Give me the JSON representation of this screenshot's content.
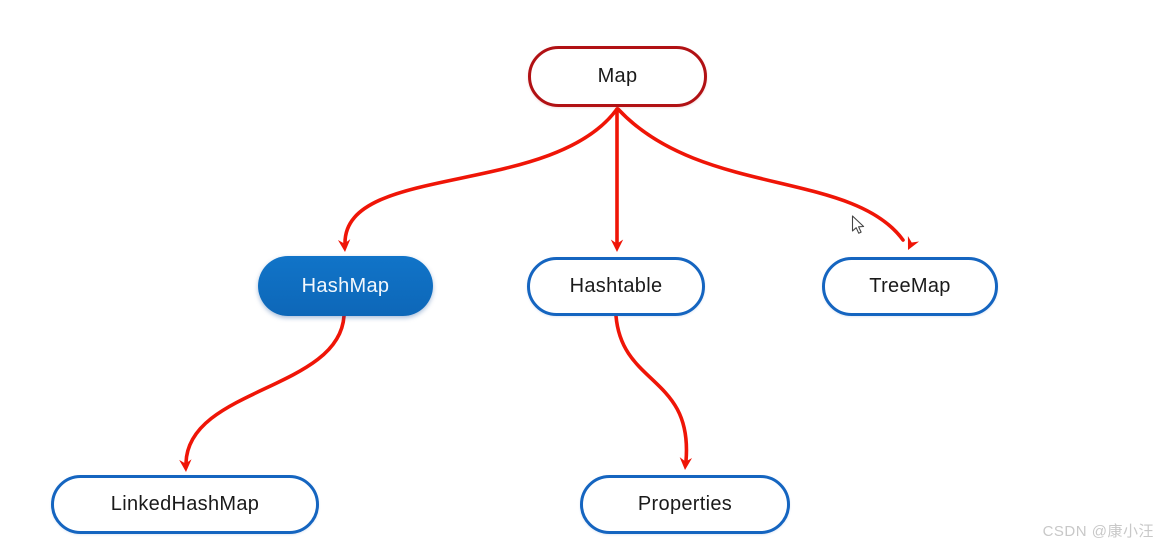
{
  "diagram": {
    "nodes": [
      {
        "id": "map",
        "label": "Map",
        "style": "red-outline"
      },
      {
        "id": "hashmap",
        "label": "HashMap",
        "style": "blue-filled"
      },
      {
        "id": "hashtable",
        "label": "Hashtable",
        "style": "blue-outline"
      },
      {
        "id": "treemap",
        "label": "TreeMap",
        "style": "blue-outline"
      },
      {
        "id": "linkedhashmap",
        "label": "LinkedHashMap",
        "style": "blue-outline"
      },
      {
        "id": "properties",
        "label": "Properties",
        "style": "blue-outline"
      }
    ],
    "edges": [
      {
        "from": "Map",
        "to": "HashMap"
      },
      {
        "from": "Map",
        "to": "Hashtable"
      },
      {
        "from": "Map",
        "to": "TreeMap"
      },
      {
        "from": "HashMap",
        "to": "LinkedHashMap"
      },
      {
        "from": "Hashtable",
        "to": "Properties"
      }
    ],
    "colors": {
      "root_border_red": "#b11114",
      "arrow_red": "#ef1507",
      "node_border_blue": "#1565c0",
      "node_fill_blue": "#0e6fc3",
      "node_text_dark": "#1a1a1a",
      "node_text_light": "#f4f8fc"
    }
  },
  "watermark": {
    "text": "CSDN @康小汪"
  }
}
